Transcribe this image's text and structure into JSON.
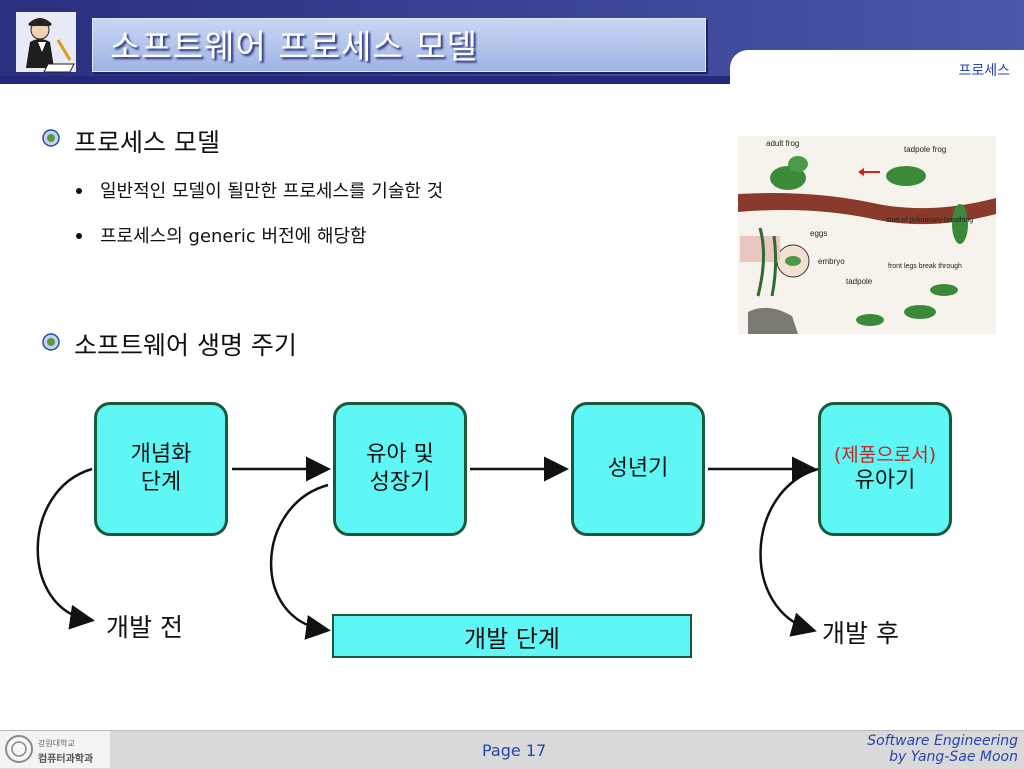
{
  "header": {
    "title": "소프트웨어 프로세스 모델",
    "section": "프로세스"
  },
  "bullets": [
    {
      "label": "프로세스 모델",
      "sub": [
        "일반적인 모델이 될만한 프로세스를 기술한 것",
        "프로세스의 generic 버전에 해당함"
      ]
    },
    {
      "label": "소프트웨어 생명 주기",
      "sub": []
    }
  ],
  "illustration": {
    "labels": [
      "adult frog",
      "tadpole frog",
      "start of pulmonary breathing",
      "eggs",
      "embryo",
      "tadpole",
      "front legs break through"
    ]
  },
  "flow": {
    "stages": [
      {
        "line1": "개념화",
        "line2": "단계",
        "sub": ""
      },
      {
        "line1": "유아 및",
        "line2": "성장기",
        "sub": ""
      },
      {
        "line1": "성년기",
        "line2": "",
        "sub": ""
      },
      {
        "line1": "유아기",
        "line2": "",
        "sub": "(제품으로서)"
      }
    ],
    "notes": {
      "before": "개발 전",
      "after": "개발 후",
      "dev": "개발 단계"
    }
  },
  "footer": {
    "logo_line1": "강원대학교",
    "logo_line2": "컴퓨터과학과",
    "page": "Page 17",
    "credit_line1": "Software Engineering",
    "credit_line2": "by Yang-Sae Moon"
  },
  "colors": {
    "box_fill": "#5ff6f6",
    "box_border": "#1a5a3a",
    "header": "#2a2f7e",
    "link": "#2844b0"
  }
}
